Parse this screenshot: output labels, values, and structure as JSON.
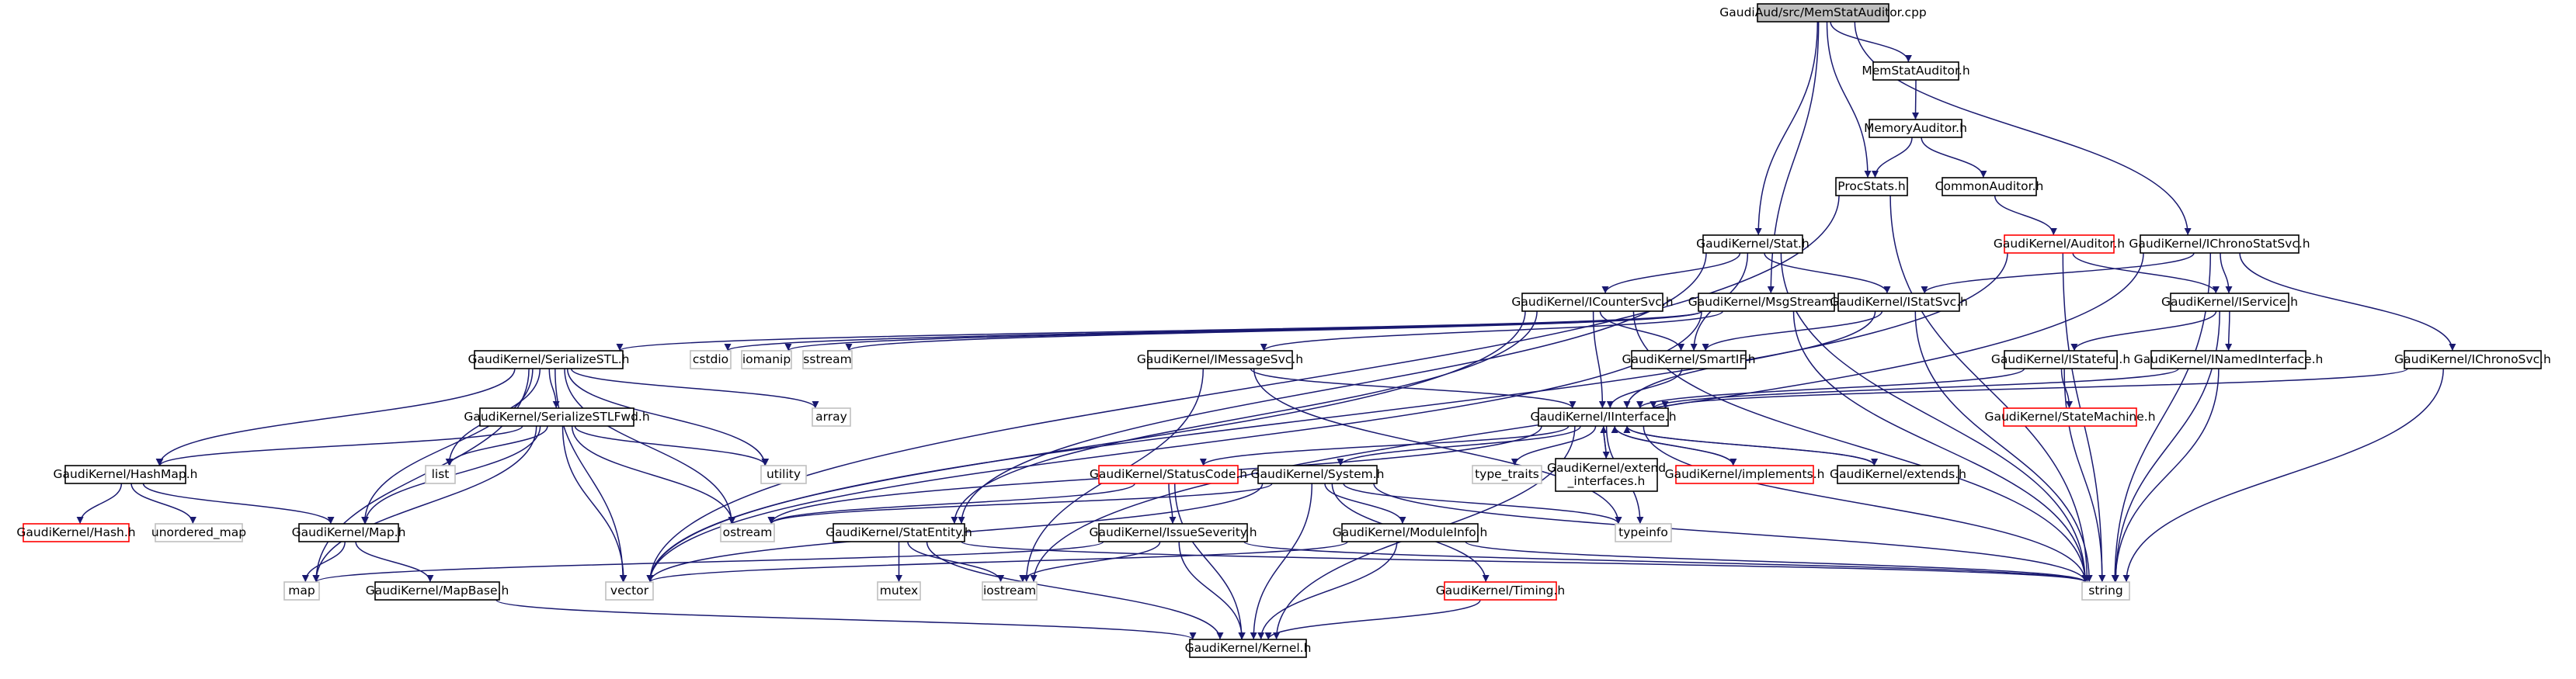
{
  "title": "GaudiAud/src/MemStatAuditor.cpp",
  "colors": {
    "edge": "#191970",
    "root_fill": "#bfbfbf",
    "node_border": "#000000",
    "link_red": "#ff0000",
    "external_border": "#bfbfbf",
    "external_text": "#7f7f7f"
  },
  "nodes": [
    {
      "id": "root",
      "label": "GaudiAud/src/MemStatAuditor.cpp",
      "kind": "root"
    },
    {
      "id": "memstatauditor_h",
      "label": "MemStatAuditor.h",
      "kind": "normal"
    },
    {
      "id": "memoryauditor_h",
      "label": "MemoryAuditor.h",
      "kind": "normal"
    },
    {
      "id": "procstats_h",
      "label": "ProcStats.h",
      "kind": "normal"
    },
    {
      "id": "commonauditor_h",
      "label": "CommonAuditor.h",
      "kind": "normal"
    },
    {
      "id": "auditor_h",
      "label": "GaudiKernel/Auditor.h",
      "kind": "red"
    },
    {
      "id": "ichronostatsvc_h",
      "label": "GaudiKernel/IChronoStatSvc.h",
      "kind": "normal"
    },
    {
      "id": "stat_h",
      "label": "GaudiKernel/Stat.h",
      "kind": "normal"
    },
    {
      "id": "msgstream_h",
      "label": "GaudiKernel/MsgStream.h",
      "kind": "normal"
    },
    {
      "id": "icountersvc_h",
      "label": "GaudiKernel/ICounterSvc.h",
      "kind": "normal"
    },
    {
      "id": "istatsvc_h",
      "label": "GaudiKernel/IStatSvc.h",
      "kind": "normal"
    },
    {
      "id": "iservice_h",
      "label": "GaudiKernel/IService.h",
      "kind": "normal"
    },
    {
      "id": "serializestl_h",
      "label": "GaudiKernel/SerializeSTL.h",
      "kind": "normal"
    },
    {
      "id": "cstdio",
      "label": "cstdio",
      "kind": "external"
    },
    {
      "id": "iomanip",
      "label": "iomanip",
      "kind": "external"
    },
    {
      "id": "sstream",
      "label": "sstream",
      "kind": "external"
    },
    {
      "id": "imessagesvc_h",
      "label": "GaudiKernel/IMessageSvc.h",
      "kind": "normal"
    },
    {
      "id": "smartif_h",
      "label": "GaudiKernel/SmartIF.h",
      "kind": "normal"
    },
    {
      "id": "istateful_h",
      "label": "GaudiKernel/IStateful.h",
      "kind": "normal"
    },
    {
      "id": "inamedinterface_h",
      "label": "GaudiKernel/INamedInterface.h",
      "kind": "normal"
    },
    {
      "id": "ichronosvc_h",
      "label": "GaudiKernel/IChronoSvc.h",
      "kind": "normal"
    },
    {
      "id": "array",
      "label": "array",
      "kind": "external"
    },
    {
      "id": "serializestlfwd_h",
      "label": "GaudiKernel/SerializeSTLFwd.h",
      "kind": "normal"
    },
    {
      "id": "iinterface_h",
      "label": "GaudiKernel/IInterface.h",
      "kind": "normal"
    },
    {
      "id": "statemachine_h",
      "label": "GaudiKernel/StateMachine.h",
      "kind": "red"
    },
    {
      "id": "list",
      "label": "list",
      "kind": "external"
    },
    {
      "id": "utility",
      "label": "utility",
      "kind": "external"
    },
    {
      "id": "hashmap_h",
      "label": "GaudiKernel/HashMap.h",
      "kind": "normal"
    },
    {
      "id": "type_traits",
      "label": "type_traits",
      "kind": "external"
    },
    {
      "id": "extend_interfaces_h",
      "label": [
        "GaudiKernel/extend",
        "_interfaces.h"
      ],
      "kind": "normal"
    },
    {
      "id": "implements_h",
      "label": "GaudiKernel/implements.h",
      "kind": "red"
    },
    {
      "id": "extends_h",
      "label": "GaudiKernel/extends.h",
      "kind": "normal"
    },
    {
      "id": "statuscode_h",
      "label": "GaudiKernel/StatusCode.h",
      "kind": "red"
    },
    {
      "id": "system_h",
      "label": "GaudiKernel/System.h",
      "kind": "normal"
    },
    {
      "id": "hash_h",
      "label": "GaudiKernel/Hash.h",
      "kind": "red"
    },
    {
      "id": "unordered_map",
      "label": "unordered_map",
      "kind": "external"
    },
    {
      "id": "map_h",
      "label": "GaudiKernel/Map.h",
      "kind": "normal"
    },
    {
      "id": "ostream",
      "label": "ostream",
      "kind": "external"
    },
    {
      "id": "typeinfo",
      "label": "typeinfo",
      "kind": "external"
    },
    {
      "id": "statentity_h",
      "label": "GaudiKernel/StatEntity.h",
      "kind": "normal"
    },
    {
      "id": "issueseverity_h",
      "label": "GaudiKernel/IssueSeverity.h",
      "kind": "normal"
    },
    {
      "id": "moduleinfo_h",
      "label": "GaudiKernel/ModuleInfo.h",
      "kind": "normal"
    },
    {
      "id": "map",
      "label": "map",
      "kind": "external"
    },
    {
      "id": "vector",
      "label": "vector",
      "kind": "external"
    },
    {
      "id": "mutex",
      "label": "mutex",
      "kind": "external"
    },
    {
      "id": "iostream",
      "label": "iostream",
      "kind": "external"
    },
    {
      "id": "string",
      "label": "string",
      "kind": "external"
    },
    {
      "id": "mapbase_h",
      "label": "GaudiKernel/MapBase.h",
      "kind": "normal"
    },
    {
      "id": "timing_h",
      "label": "GaudiKernel/Timing.h",
      "kind": "red"
    },
    {
      "id": "kernel_h",
      "label": "GaudiKernel/Kernel.h",
      "kind": "normal"
    }
  ],
  "edges": [
    [
      "root",
      "memstatauditor_h"
    ],
    [
      "root",
      "procstats_h"
    ],
    [
      "root",
      "ichronostatsvc_h"
    ],
    [
      "root",
      "stat_h"
    ],
    [
      "root",
      "msgstream_h"
    ],
    [
      "memstatauditor_h",
      "memoryauditor_h"
    ],
    [
      "memoryauditor_h",
      "procstats_h"
    ],
    [
      "memoryauditor_h",
      "commonauditor_h"
    ],
    [
      "procstats_h",
      "vector"
    ],
    [
      "procstats_h",
      "string"
    ],
    [
      "commonauditor_h",
      "auditor_h"
    ],
    [
      "auditor_h",
      "iservice_h"
    ],
    [
      "auditor_h",
      "string"
    ],
    [
      "auditor_h",
      "vector"
    ],
    [
      "ichronostatsvc_h",
      "iservice_h"
    ],
    [
      "ichronostatsvc_h",
      "istatsvc_h"
    ],
    [
      "ichronostatsvc_h",
      "ichronosvc_h"
    ],
    [
      "ichronostatsvc_h",
      "string"
    ],
    [
      "ichronostatsvc_h",
      "iostream"
    ],
    [
      "stat_h",
      "icountersvc_h"
    ],
    [
      "stat_h",
      "istatsvc_h"
    ],
    [
      "stat_h",
      "smartif_h"
    ],
    [
      "stat_h",
      "statentity_h"
    ],
    [
      "stat_h",
      "string"
    ],
    [
      "msgstream_h",
      "serializestl_h"
    ],
    [
      "msgstream_h",
      "cstdio"
    ],
    [
      "msgstream_h",
      "iomanip"
    ],
    [
      "msgstream_h",
      "sstream"
    ],
    [
      "msgstream_h",
      "imessagesvc_h"
    ],
    [
      "msgstream_h",
      "vector"
    ],
    [
      "msgstream_h",
      "string"
    ],
    [
      "icountersvc_h",
      "iinterface_h"
    ],
    [
      "icountersvc_h",
      "smartif_h"
    ],
    [
      "icountersvc_h",
      "statentity_h"
    ],
    [
      "icountersvc_h",
      "string"
    ],
    [
      "icountersvc_h",
      "vector"
    ],
    [
      "istatsvc_h",
      "iinterface_h"
    ],
    [
      "istatsvc_h",
      "smartif_h"
    ],
    [
      "istatsvc_h",
      "string"
    ],
    [
      "iservice_h",
      "istateful_h"
    ],
    [
      "iservice_h",
      "inamedinterface_h"
    ],
    [
      "iservice_h",
      "string"
    ],
    [
      "serializestl_h",
      "hashmap_h"
    ],
    [
      "serializestl_h",
      "list"
    ],
    [
      "serializestl_h",
      "serializestlfwd_h"
    ],
    [
      "serializestl_h",
      "map_h"
    ],
    [
      "serializestl_h",
      "array"
    ],
    [
      "serializestl_h",
      "utility"
    ],
    [
      "serializestl_h",
      "ostream"
    ],
    [
      "serializestl_h",
      "vector"
    ],
    [
      "serializestl_h",
      "map"
    ],
    [
      "imessagesvc_h",
      "iinterface_h"
    ],
    [
      "imessagesvc_h",
      "iostream"
    ],
    [
      "imessagesvc_h",
      "typeinfo"
    ],
    [
      "smartif_h",
      "iinterface_h"
    ],
    [
      "istateful_h",
      "iinterface_h"
    ],
    [
      "istateful_h",
      "statemachine_h"
    ],
    [
      "istateful_h",
      "string"
    ],
    [
      "inamedinterface_h",
      "iinterface_h"
    ],
    [
      "inamedinterface_h",
      "string"
    ],
    [
      "ichronosvc_h",
      "iinterface_h"
    ],
    [
      "ichronosvc_h",
      "string"
    ],
    [
      "serializestlfwd_h",
      "hashmap_h"
    ],
    [
      "serializestlfwd_h",
      "list"
    ],
    [
      "serializestlfwd_h",
      "map_h"
    ],
    [
      "serializestlfwd_h",
      "utility"
    ],
    [
      "serializestlfwd_h",
      "ostream"
    ],
    [
      "serializestlfwd_h",
      "vector"
    ],
    [
      "serializestlfwd_h",
      "map"
    ],
    [
      "iinterface_h",
      "type_traits"
    ],
    [
      "iinterface_h",
      "extend_interfaces_h"
    ],
    [
      "iinterface_h",
      "implements_h"
    ],
    [
      "iinterface_h",
      "extends_h"
    ],
    [
      "iinterface_h",
      "statuscode_h"
    ],
    [
      "iinterface_h",
      "system_h"
    ],
    [
      "iinterface_h",
      "ostream"
    ],
    [
      "iinterface_h",
      "typeinfo"
    ],
    [
      "iinterface_h",
      "string"
    ],
    [
      "iinterface_h",
      "kernel_h"
    ],
    [
      "implements_h",
      "iinterface_h"
    ],
    [
      "extends_h",
      "iinterface_h"
    ],
    [
      "extend_interfaces_h",
      "iinterface_h"
    ],
    [
      "hashmap_h",
      "hash_h"
    ],
    [
      "hashmap_h",
      "unordered_map"
    ],
    [
      "hashmap_h",
      "map_h"
    ],
    [
      "statuscode_h",
      "issueseverity_h"
    ],
    [
      "statuscode_h",
      "ostream"
    ],
    [
      "statuscode_h",
      "kernel_h"
    ],
    [
      "system_h",
      "moduleinfo_h"
    ],
    [
      "system_h",
      "timing_h"
    ],
    [
      "system_h",
      "ostream"
    ],
    [
      "system_h",
      "typeinfo"
    ],
    [
      "system_h",
      "string"
    ],
    [
      "system_h",
      "vector"
    ],
    [
      "system_h",
      "kernel_h"
    ],
    [
      "map_h",
      "mapbase_h"
    ],
    [
      "map_h",
      "map"
    ],
    [
      "statentity_h",
      "mutex"
    ],
    [
      "statentity_h",
      "iostream"
    ],
    [
      "statentity_h",
      "string"
    ],
    [
      "statentity_h",
      "kernel_h"
    ],
    [
      "issueseverity_h",
      "map"
    ],
    [
      "issueseverity_h",
      "iostream"
    ],
    [
      "issueseverity_h",
      "string"
    ],
    [
      "issueseverity_h",
      "kernel_h"
    ],
    [
      "moduleinfo_h",
      "vector"
    ],
    [
      "moduleinfo_h",
      "string"
    ],
    [
      "moduleinfo_h",
      "kernel_h"
    ],
    [
      "mapbase_h",
      "kernel_h"
    ],
    [
      "timing_h",
      "kernel_h"
    ]
  ]
}
